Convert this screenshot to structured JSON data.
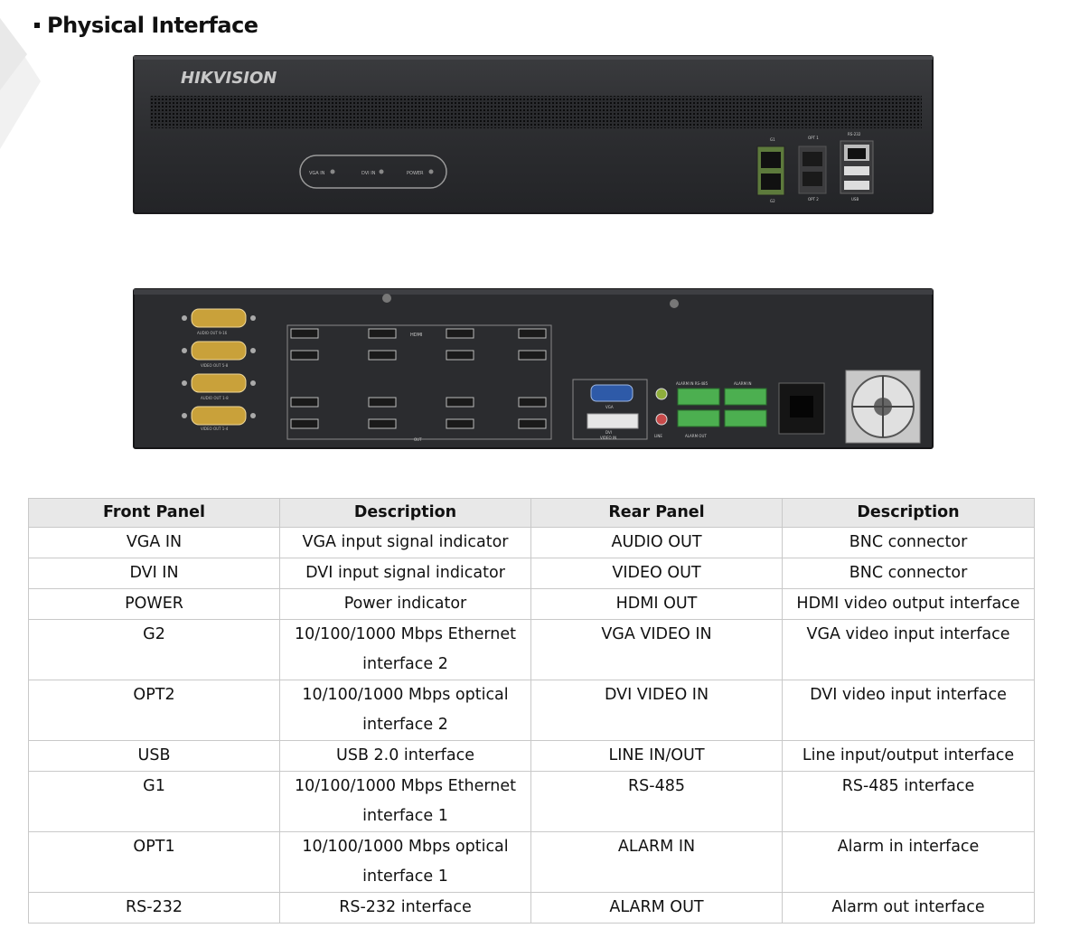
{
  "heading": {
    "title": "Physical Interface"
  },
  "front_panel_image": {
    "brand": "HIKVISION",
    "indicators": [
      "VGA IN",
      "DVI IN",
      "POWER"
    ],
    "port_labels": {
      "g1": "G1",
      "g2": "G2",
      "opt1": "OPT 1",
      "opt2": "OPT 2",
      "rs232": "RS-232",
      "usb": "USB"
    }
  },
  "rear_panel_image": {
    "dsub_labels": [
      "AUDIO OUT 9-16",
      "VIDEO OUT 5-8",
      "AUDIO OUT 1-8",
      "VIDEO OUT 1-4"
    ],
    "hdmi_label": "HDMI",
    "out_label": "OUT",
    "vga_label": "VGA",
    "dvi_label": "DVI",
    "video_in_label": "VIDEO IN",
    "line_label": "LINE",
    "alarm_in_rs485_label": "ALARM IN RS-485",
    "alarm_in_label": "ALARM IN",
    "alarm_out_label": "ALARM OUT"
  },
  "table": {
    "headers": [
      "Front Panel",
      "Description",
      "Rear Panel",
      "Description"
    ],
    "rows": [
      {
        "front": "VGA IN",
        "front_desc": "VGA input signal indicator",
        "rear": "AUDIO OUT",
        "rear_desc": "BNC connector",
        "tall": false
      },
      {
        "front": "DVI IN",
        "front_desc": "DVI input signal indicator",
        "rear": "VIDEO OUT",
        "rear_desc": "BNC connector",
        "tall": false
      },
      {
        "front": "POWER",
        "front_desc": "Power indicator",
        "rear": "HDMI OUT",
        "rear_desc": "HDMI video output interface",
        "tall": false
      },
      {
        "front": "G2",
        "front_desc": "10/100/1000 Mbps Ethernet interface 2",
        "rear": "VGA VIDEO IN",
        "rear_desc": "VGA video input interface",
        "tall": true
      },
      {
        "front": "OPT2",
        "front_desc": "10/100/1000 Mbps optical interface 2",
        "rear": "DVI VIDEO IN",
        "rear_desc": "DVI video input interface",
        "tall": true
      },
      {
        "front": "USB",
        "front_desc": "USB 2.0 interface",
        "rear": "LINE IN/OUT",
        "rear_desc": "Line input/output interface",
        "tall": false
      },
      {
        "front": "G1",
        "front_desc": "10/100/1000 Mbps Ethernet interface 1",
        "rear": "RS-485",
        "rear_desc": "RS-485 interface",
        "tall": true
      },
      {
        "front": "OPT1",
        "front_desc": "10/100/1000 Mbps optical interface 1",
        "rear": "ALARM IN",
        "rear_desc": "Alarm in interface",
        "tall": true
      },
      {
        "front": "RS-232",
        "front_desc": "RS-232 interface",
        "rear": "ALARM OUT",
        "rear_desc": "Alarm out interface",
        "tall": false
      }
    ]
  }
}
